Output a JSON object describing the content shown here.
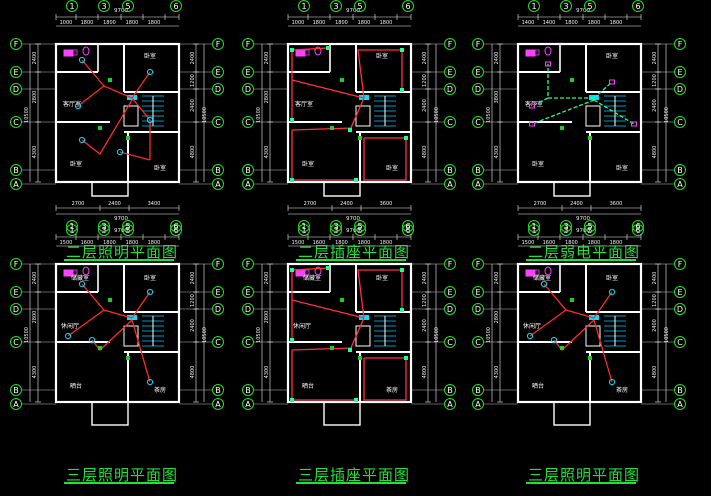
{
  "colors": {
    "background": "#000000",
    "wall": "#ffffff",
    "dimension": "#f2f2f2",
    "grid_bubble": "#20e020",
    "lighting": "#ff2a2a",
    "socket": "#ff3040",
    "weak": "#20ff90",
    "fixture": "#00e0ff",
    "stairs": "#00c8ff",
    "title": "#22e03a",
    "label": "#ffffff",
    "accent": "#ff40ff"
  },
  "plans": [
    {
      "title": "二层照明平面图",
      "top_total": "9700",
      "top_dims": [
        "1000",
        "1800",
        "1800",
        "1800",
        "1800"
      ],
      "bottom_total": "9700",
      "bottom_dims": [
        "2700",
        "2400",
        "3400"
      ],
      "left_dims": [
        "2400",
        "2800",
        "4300"
      ],
      "right_dims": [
        "2400",
        "1200",
        "2400",
        "4800"
      ],
      "left_total": "10500",
      "right_total": "10500",
      "rooms": [
        "卧室",
        "客厅室",
        "卧室",
        "卧室"
      ],
      "grid_top": [
        "1",
        "3",
        "5",
        "6"
      ],
      "grid_side": [
        "F",
        "E",
        "D",
        "C",
        "B",
        "A"
      ]
    },
    {
      "title": "二层插座平面图",
      "top_total": "9700",
      "top_dims": [
        "1000",
        "1800",
        "1800",
        "1800",
        "1800"
      ],
      "bottom_total": "9700",
      "bottom_dims": [
        "2700",
        "2400",
        "3600"
      ],
      "left_dims": [
        "2400",
        "2800",
        "4300"
      ],
      "right_dims": [
        "2400",
        "1200",
        "2400",
        "4800"
      ],
      "left_total": "10500",
      "right_total": "10500",
      "rooms": [
        "卧室",
        "客厅室",
        "卧室",
        "卧室"
      ],
      "grid_top": [
        "1",
        "3",
        "5",
        "6"
      ],
      "grid_side": [
        "F",
        "E",
        "D",
        "C",
        "B",
        "A"
      ]
    },
    {
      "title": "二层弱电平面图",
      "top_total": "9700",
      "top_dims": [
        "1400",
        "1400",
        "1800",
        "1800",
        "1800"
      ],
      "bottom_total": "9700",
      "bottom_dims": [
        "2700",
        "2400",
        "3600"
      ],
      "left_dims": [
        "2400",
        "3800",
        "4300"
      ],
      "right_dims": [
        "2400",
        "1200",
        "2400",
        "4800"
      ],
      "left_total": "10500",
      "right_total": "10500",
      "rooms": [
        "卧室",
        "客厅室",
        "卧室",
        "卧室"
      ],
      "grid_top": [
        "1",
        "3",
        "5",
        "6"
      ],
      "grid_side": [
        "F",
        "E",
        "D",
        "C",
        "B",
        "A"
      ]
    },
    {
      "title": "三层照明平面图",
      "top_total": "9700",
      "top_dims": [
        "1500",
        "1600",
        "1800",
        "1800",
        "1800"
      ],
      "left_dims": [
        "2400",
        "2800",
        "4300"
      ],
      "right_dims": [
        "2400",
        "1200",
        "2400",
        "4800"
      ],
      "left_total": "10500",
      "right_total": "10500",
      "rooms": [
        "储藏室",
        "卧室",
        "休闲厅",
        "晒台",
        "茶房"
      ],
      "grid_top": [
        "1",
        "3",
        "5",
        "6"
      ],
      "grid_side": [
        "F",
        "E",
        "D",
        "C",
        "B",
        "A"
      ]
    },
    {
      "title": "三层插座平面图",
      "top_total": "9700",
      "top_dims": [
        "1500",
        "1600",
        "1800",
        "1800",
        "1800"
      ],
      "left_dims": [
        "2400",
        "2800",
        "4300"
      ],
      "right_dims": [
        "2400",
        "1200",
        "2400",
        "4800"
      ],
      "left_total": "10500",
      "right_total": "10500",
      "rooms": [
        "储藏室",
        "卧室",
        "休闲厅",
        "晒台",
        "茶房"
      ],
      "grid_top": [
        "1",
        "3",
        "5",
        "6"
      ],
      "grid_side": [
        "F",
        "E",
        "D",
        "C",
        "B",
        "A"
      ]
    },
    {
      "title": "三层照明平面图",
      "top_total": "9700",
      "top_dims": [
        "1500",
        "1600",
        "1800",
        "1800",
        "1800"
      ],
      "left_dims": [
        "2400",
        "2800",
        "4300"
      ],
      "right_dims": [
        "2400",
        "1200",
        "2400",
        "4800"
      ],
      "left_total": "10500",
      "right_total": "10500",
      "rooms": [
        "储藏室",
        "卧室",
        "休闲厅",
        "晒台",
        "茶房"
      ],
      "grid_top": [
        "1",
        "3",
        "5",
        "6"
      ],
      "grid_side": [
        "F",
        "E",
        "D",
        "C",
        "B",
        "A"
      ]
    }
  ]
}
